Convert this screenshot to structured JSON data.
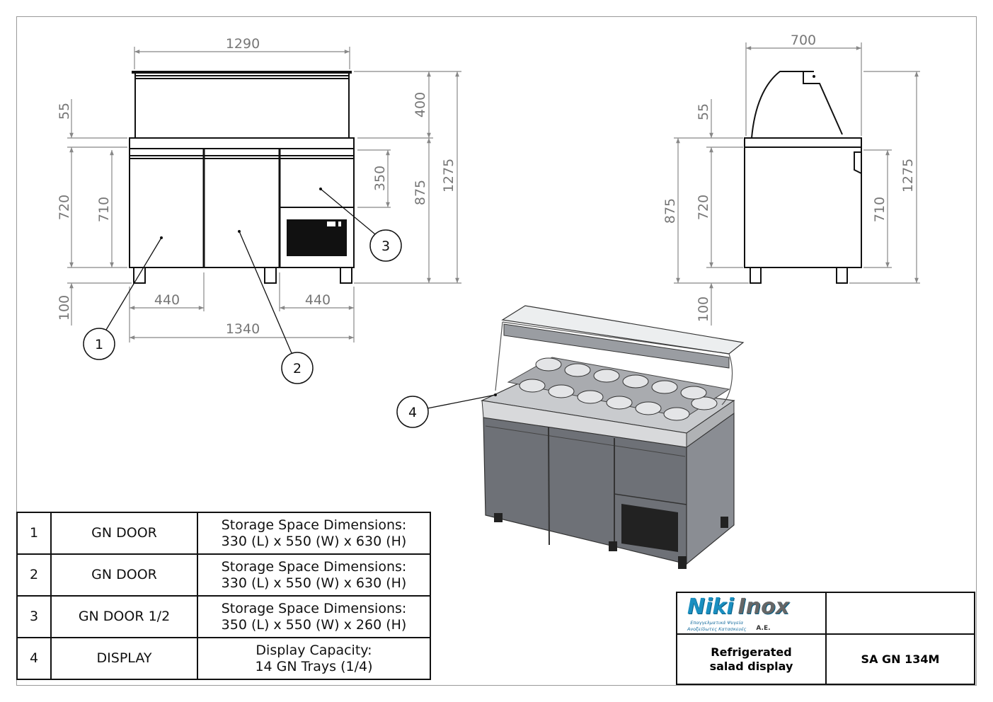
{
  "front_view": {
    "dims": {
      "top_width": "1290",
      "total_width": "1340",
      "left_door_width": "440",
      "right_door_width": "440",
      "counter": "55",
      "body": "720",
      "legs": "100",
      "door_height": "710",
      "drawer_height": "350",
      "glass_height": "400",
      "counter_height": "875",
      "total_height": "1275"
    },
    "callouts": [
      "1",
      "2",
      "3"
    ]
  },
  "side_view": {
    "dims": {
      "depth": "700",
      "counter": "55",
      "body": "720",
      "counter_height": "875",
      "legs": "100",
      "door_height": "710",
      "total_height": "1275"
    }
  },
  "iso_view": {
    "callouts": [
      "4"
    ]
  },
  "parts_table": [
    {
      "no": "1",
      "name": "GN DOOR",
      "desc_line1": "Storage Space Dimensions:",
      "desc_line2": "330 (L) x 550 (W) x 630 (H)"
    },
    {
      "no": "2",
      "name": "GN DOOR",
      "desc_line1": "Storage Space Dimensions:",
      "desc_line2": "330 (L) x 550 (W) x 630 (H)"
    },
    {
      "no": "3",
      "name": "GN DOOR 1/2",
      "desc_line1": "Storage Space Dimensions:",
      "desc_line2": "350 (L) x 550 (W) x 260 (H)"
    },
    {
      "no": "4",
      "name": "DISPLAY",
      "desc_line1": "Display Capacity:",
      "desc_line2": "14 GN Trays (1/4)"
    }
  ],
  "title_block": {
    "logo_main": "Niki",
    "logo_accent": "Inox",
    "logo_sub1": "Επαγγελματικά Ψυγεία",
    "logo_sub2": "Ανοξείδωτες Κατασκευές",
    "logo_suffix": "A.E.",
    "product_line1": "Refrigerated",
    "product_line2": "salad display",
    "model": "SA GN 134M"
  },
  "colors": {
    "brand": "#1a8fc0",
    "body_gray": "#6e7177"
  }
}
